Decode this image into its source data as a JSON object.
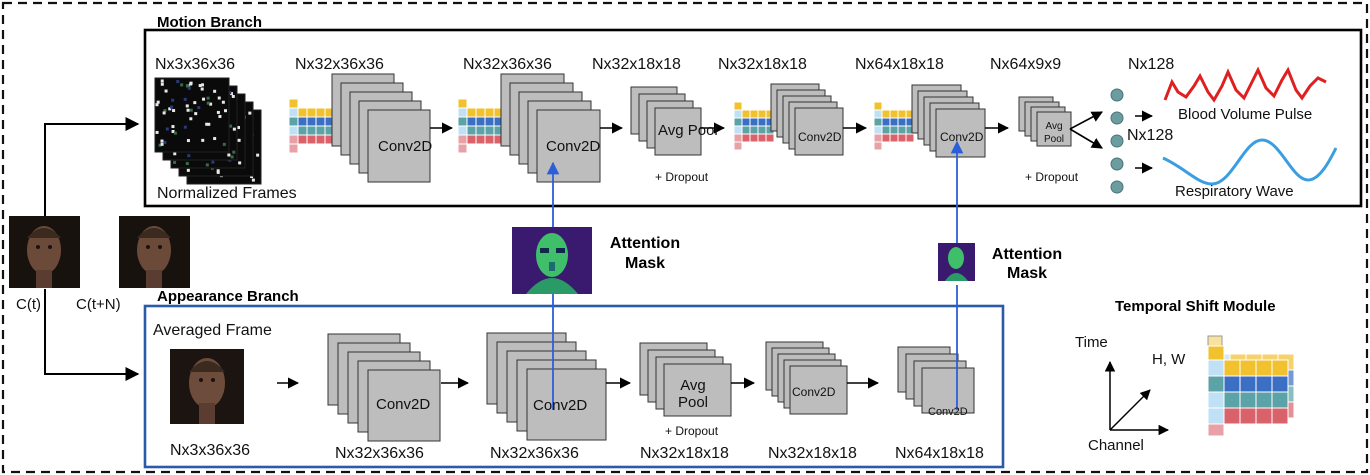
{
  "motion_branch": {
    "title": "Motion Branch",
    "dims": [
      "Nx3x36x36",
      "Nx32x36x36",
      "Nx32x36x36",
      "Nx32x18x18",
      "Nx32x18x18",
      "Nx64x18x18",
      "Nx64x9x9"
    ],
    "frames_label": "Normalized Frames",
    "conv_label": "Conv2D",
    "pool_label": "Avg Pool",
    "dropout_label": "+ Dropout",
    "fc_dims": [
      "Nx128",
      "Nx128"
    ],
    "outputs": [
      "Blood Volume Pulse",
      "Respiratory Wave"
    ]
  },
  "appearance_branch": {
    "title": "Appearance Branch",
    "frame_label": "Averaged Frame",
    "dims": [
      "Nx3x36x36",
      "Nx32x36x36",
      "Nx32x36x36",
      "Nx32x18x18",
      "Nx32x18x18",
      "Nx64x18x18"
    ],
    "conv_label": "Conv2D",
    "pool_label": "Avg Pool",
    "dropout_label": "+ Dropout"
  },
  "inputs": {
    "ct": "C(t)",
    "ctn": "C(t+N)"
  },
  "attention": {
    "label_line1": "Attention",
    "label_line2": "Mask"
  },
  "tsm": {
    "title": "Temporal Shift Module",
    "time": "Time",
    "hw": "H, W",
    "channel": "Channel"
  },
  "colors": {
    "yellow": "#f2c12e",
    "blue": "#3b6fc4",
    "teal": "#5ba3a6",
    "red": "#d9626b",
    "pink": "#e8a1a6",
    "lightblue": "#bfe0f5",
    "gray": "#bdbdbd",
    "attention_line": "#2b5fd9",
    "appearance_box": "#2b5aa8",
    "bvp_wave": "#e02020",
    "resp_wave": "#3a9ee0",
    "fc_node": "#6a9ca0"
  }
}
